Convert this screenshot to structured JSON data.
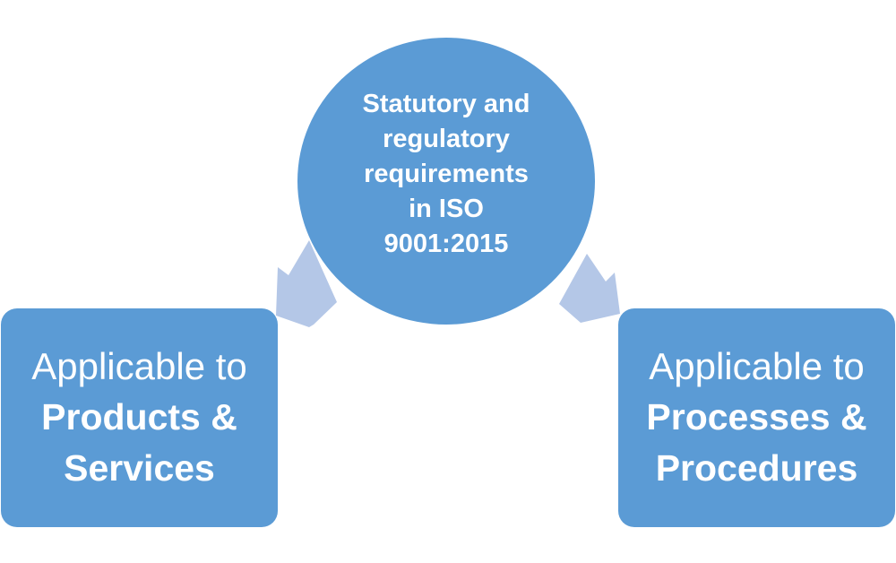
{
  "diagram": {
    "center": {
      "lines": [
        "Statutory and",
        "regulatory",
        "requirements",
        "in ISO",
        "9001:2015"
      ]
    },
    "left_box": {
      "intro": "Applicable to",
      "lines": [
        "Products &",
        "Services"
      ]
    },
    "right_box": {
      "intro": "Applicable to",
      "lines": [
        "Processes &",
        "Procedures"
      ]
    },
    "colors": {
      "shape_fill": "#5b9bd5",
      "arrow_fill": "#b4c7e7",
      "text": "#ffffff"
    }
  }
}
